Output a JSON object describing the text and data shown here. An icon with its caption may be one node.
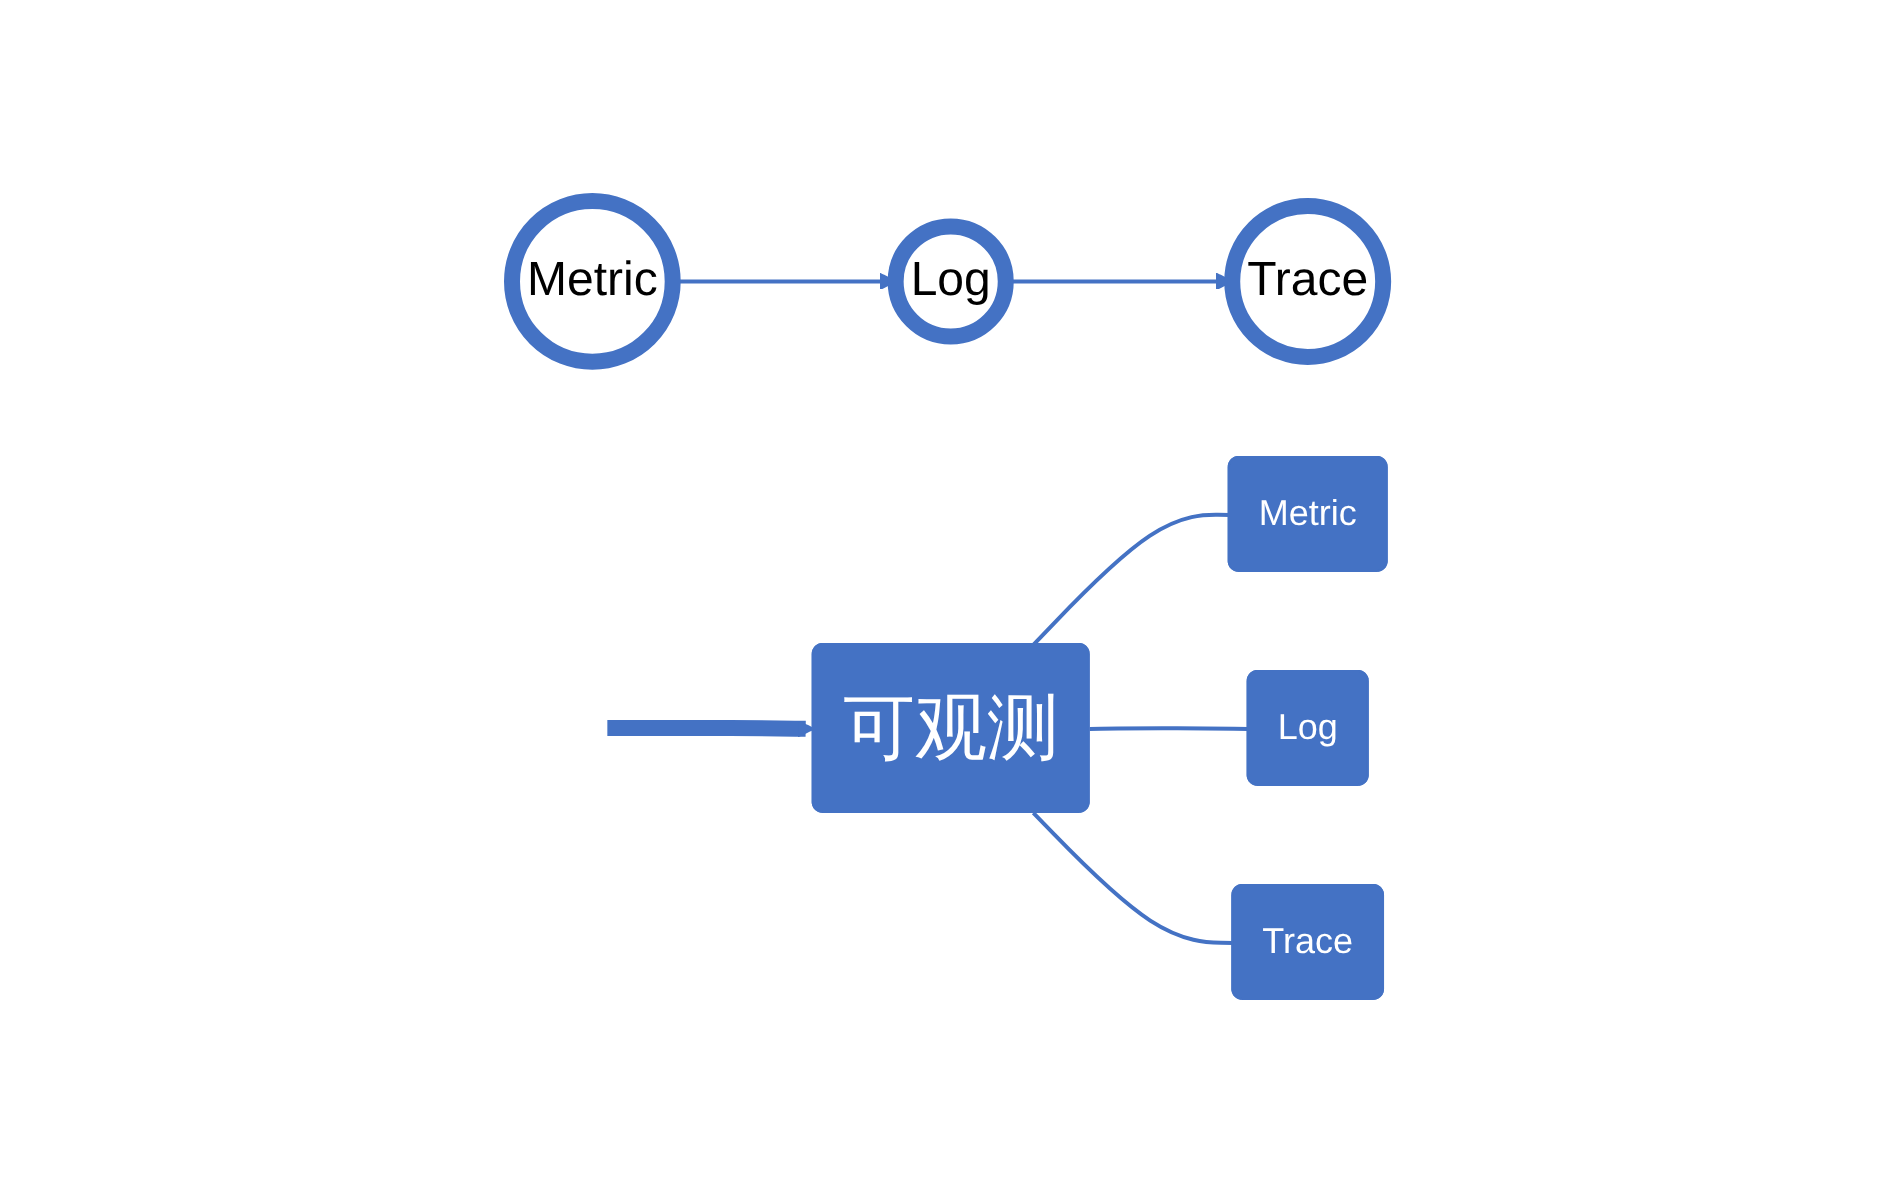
{
  "diagram": {
    "nodes": [
      {
        "text": [
          "Metric"
        ]
      },
      {
        "text": [
          "Log"
        ]
      },
      {
        "text": [
          "Trace"
        ]
      },
      {
        "text": [
          "可观测"
        ]
      },
      {
        "text": [
          "Metric"
        ]
      },
      {
        "text": [
          "Log"
        ]
      },
      {
        "text": [
          "Trace"
        ]
      }
    ],
    "edges": [
      {
        "from": 0,
        "to": 1,
        "arrow": "to"
      },
      {
        "from": 1,
        "to": 2,
        "arrow": "to"
      },
      {
        "from": null,
        "to": 3,
        "arrow": "to",
        "style": "thick"
      },
      {
        "from": 3,
        "to": 4,
        "arrow": "none"
      },
      {
        "from": 3,
        "to": 5,
        "arrow": "none"
      },
      {
        "from": 3,
        "to": 6,
        "arrow": "none"
      }
    ]
  }
}
